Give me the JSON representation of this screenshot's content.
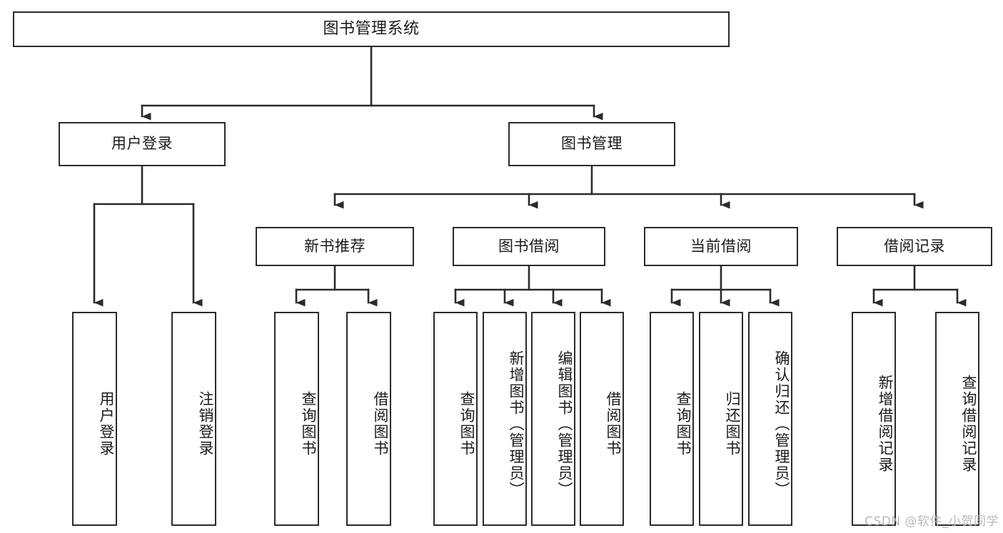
{
  "diagram": {
    "title": "图书管理系统",
    "type": "tree-hierarchy",
    "stroke_color": "#2b2b2b",
    "background_color": "#ffffff",
    "text_color": "#1b1b1b"
  },
  "root": {
    "label": "图书管理系统"
  },
  "level2": [
    {
      "label": "用户登录"
    },
    {
      "label": "图书管理"
    }
  ],
  "level3": [
    {
      "label": "新书推荐"
    },
    {
      "label": "图书借阅"
    },
    {
      "label": "当前借阅"
    },
    {
      "label": "借阅记录"
    }
  ],
  "leaves": {
    "user_login": [
      {
        "label": "用户登录"
      },
      {
        "label": "注销登录"
      }
    ],
    "new_book_recommend": [
      {
        "label": "查询图书"
      },
      {
        "label": "借阅图书"
      }
    ],
    "book_borrow": [
      {
        "label": "查询图书"
      },
      {
        "label": "新增图书（管理员）"
      },
      {
        "label": "编辑图书（管理员）"
      },
      {
        "label": "借阅图书"
      }
    ],
    "current_borrow": [
      {
        "label": "查询图书"
      },
      {
        "label": "归还图书"
      },
      {
        "label": "确认归还（管理员）"
      }
    ],
    "borrow_record": [
      {
        "label": "新增借阅记录"
      },
      {
        "label": "查询借阅记录"
      }
    ]
  },
  "watermark": {
    "text": "CSDN @软件_小贺同学"
  }
}
